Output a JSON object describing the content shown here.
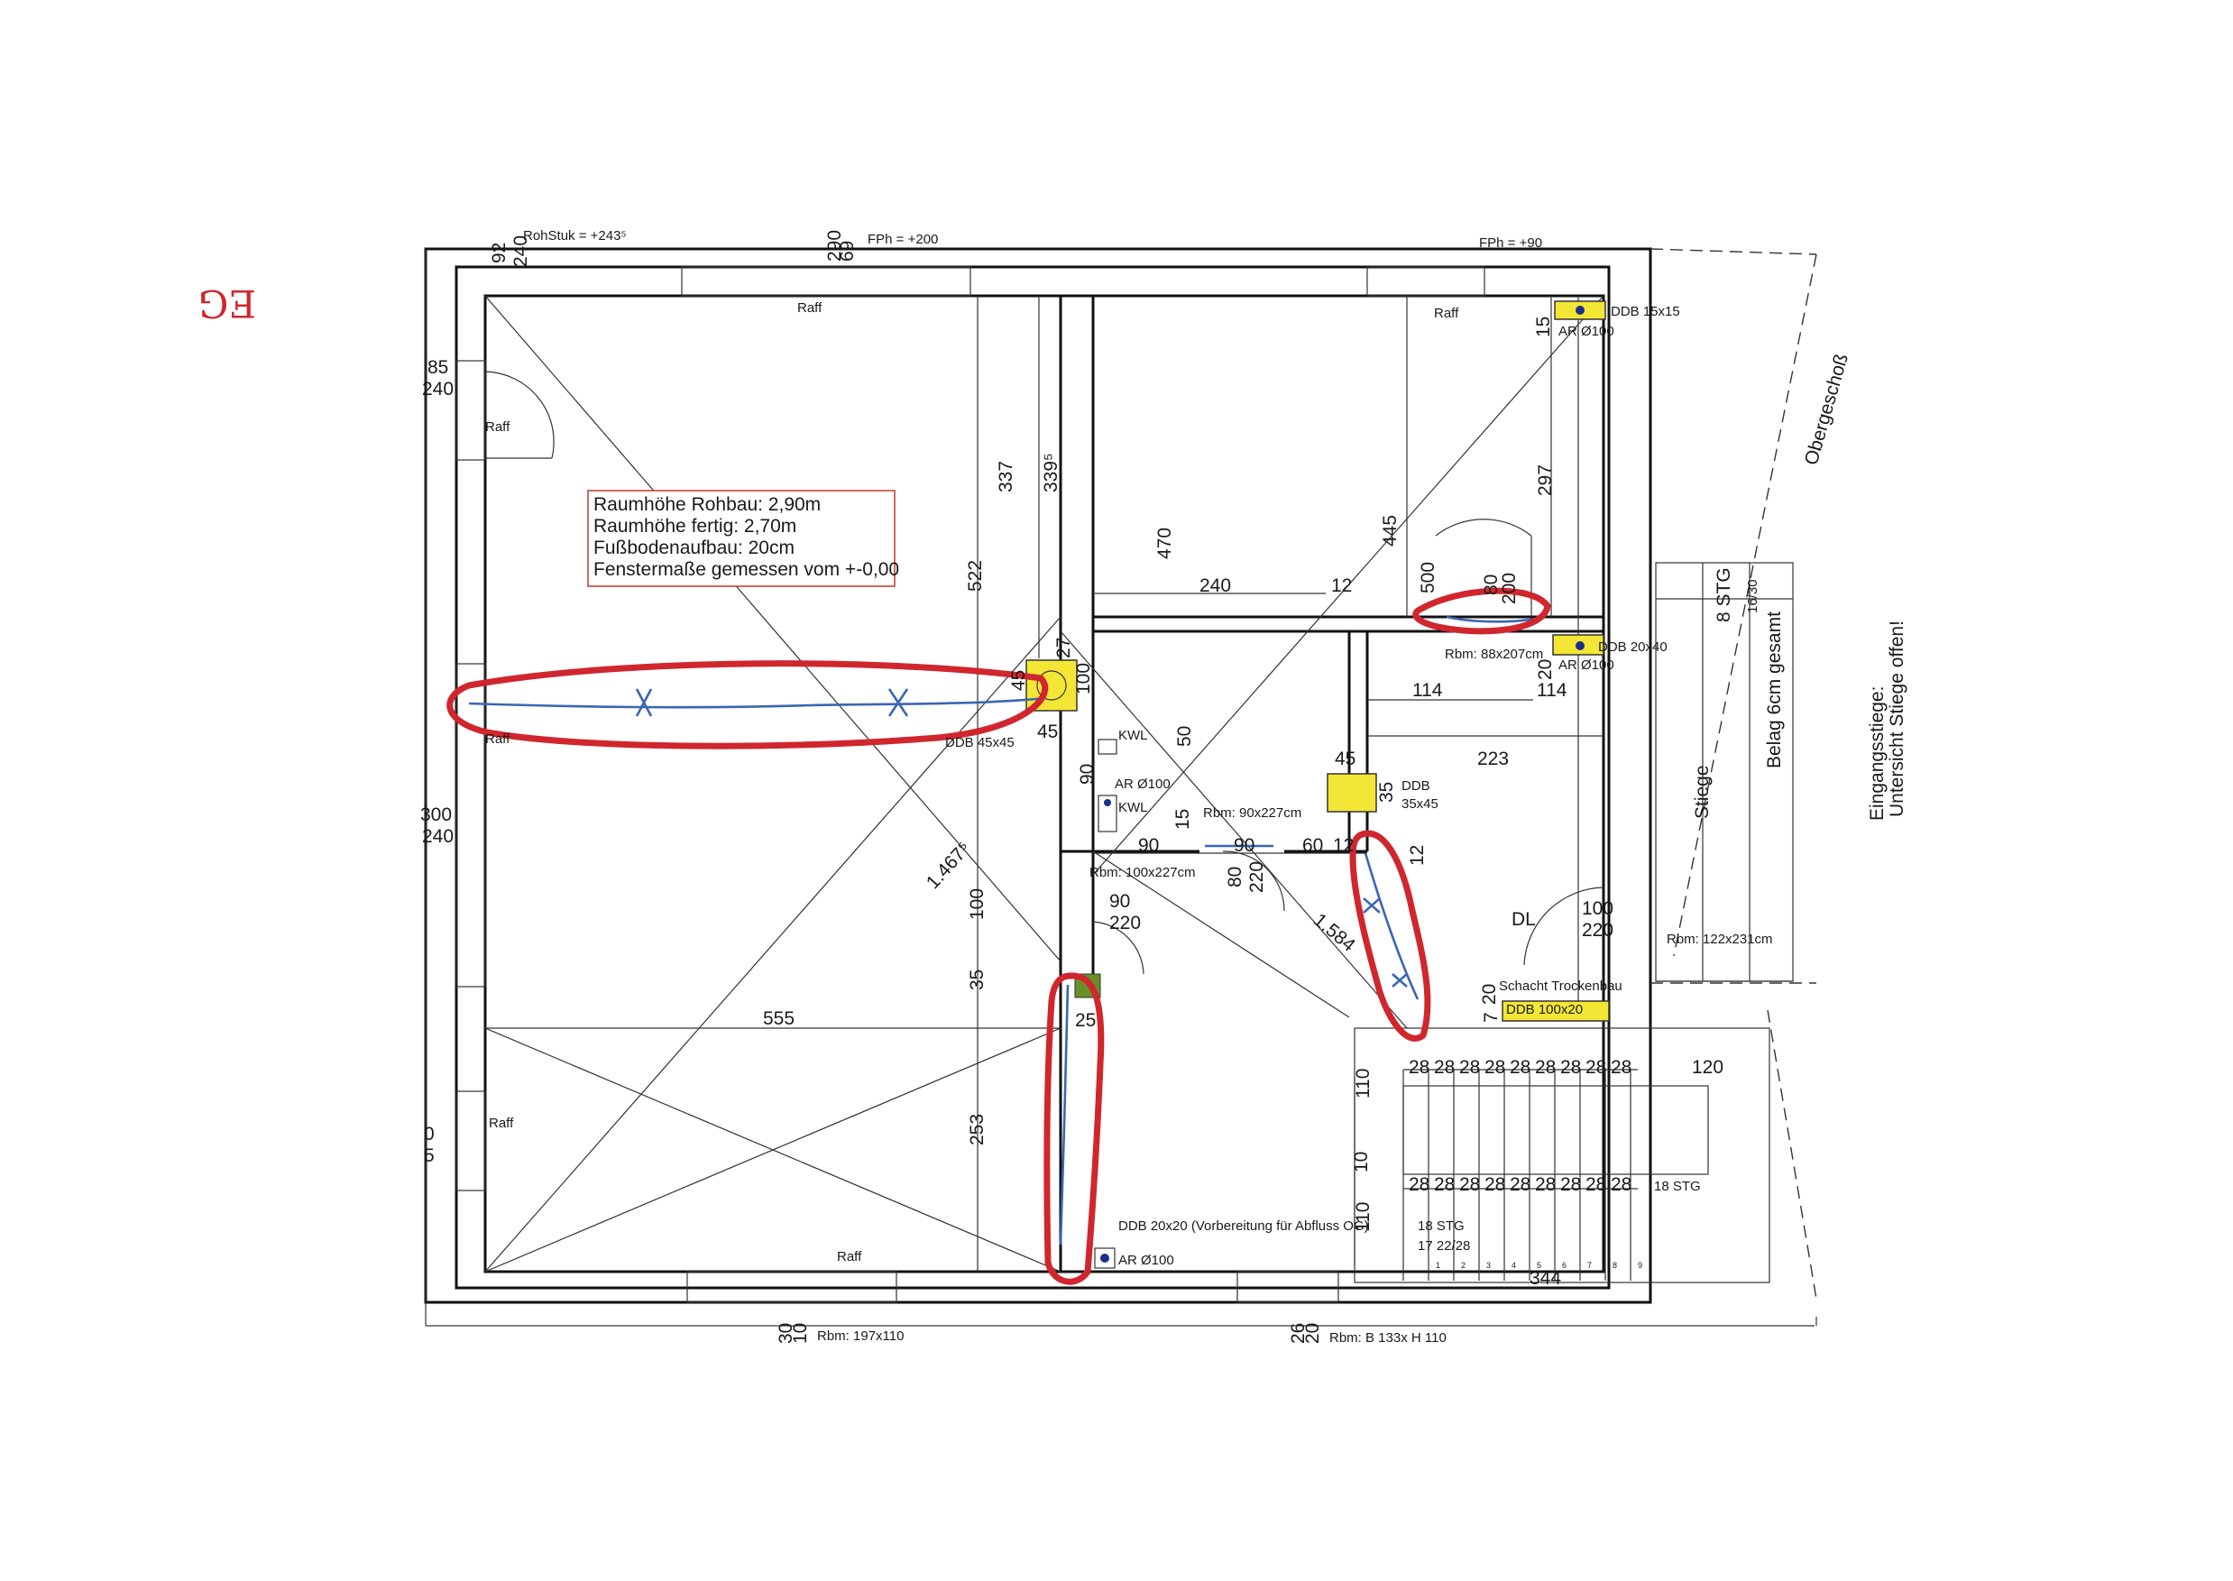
{
  "handwriting": {
    "floor_mark": "EG",
    "color": "#d0262e"
  },
  "top_labels": {
    "rohstuk": "RohStuk = +243⁵",
    "fph_left": "FPh = +200",
    "fph_right": "FPh = +90",
    "n92": "92",
    "n240": "240",
    "n290": "290",
    "n69": "69"
  },
  "bottom_labels": {
    "rbm_left": "Rbm: 197x110",
    "rbm_right": "Rbm: B 133x H 110",
    "n30": "30",
    "n10": "10",
    "n26": "26",
    "n20": "20"
  },
  "left_margin": {
    "n85": "85",
    "n240a": "240",
    "n300": "300",
    "n240b": "240",
    "n0": "0",
    "n5": "5"
  },
  "info_box": {
    "border_color": "#c0392b",
    "lines": [
      "Raumhöhe Rohbau: 2,90m",
      "Raumhöhe fertig: 2,70m",
      "Fußbodenaufbau: 20cm",
      "Fenstermaße gemessen vom +-0,00"
    ]
  },
  "raff": [
    "Raff",
    "Raff",
    "Raff",
    "Raff",
    "Raff",
    "Raff"
  ],
  "ducts": {
    "ddb15": "DDB 15x15",
    "ar1": "AR Ø100",
    "ddb20x40": "DDB 20x40",
    "ar2": "AR Ø100",
    "ddb45": "DDB 45x45",
    "kwl1": "KWL",
    "ar3": "AR Ø100",
    "kwl2": "KWL",
    "ddb35a": "DDB",
    "ddb35b": "35x45",
    "schacht": "Schacht Trockenbau",
    "ddb100": "DDB 100x20",
    "ddb20x20": "DDB 20x20 (Vorbereitung für Abfluss OG)",
    "ar4": "AR Ø100"
  },
  "openings": {
    "rbm88": "Rbm: 88x207cm",
    "rbm90": "Rbm: 90x227cm",
    "rbm100": "Rbm: 100x227cm",
    "rbm122": "Rbm: 122x231cm",
    "dl": "DL"
  },
  "dimensions": {
    "d337": "337",
    "d339": "339⁵",
    "d522": "522",
    "d27": "27",
    "d45a": "45",
    "d100a": "100",
    "d45b": "45",
    "d90a": "90",
    "d470": "470",
    "d240": "240",
    "d12a": "12",
    "d445": "445",
    "d500": "500",
    "d80a": "80",
    "d200": "200",
    "d15a": "15",
    "d297": "297",
    "d50": "50",
    "d15b": "15",
    "d90b": "90",
    "d90c": "90",
    "d60": "60",
    "d12b": "12",
    "d12c": "12",
    "d90d": "90",
    "d220a": "220",
    "d80b": "80",
    "d220b": "220",
    "d114a": "114",
    "d114b": "114",
    "d20a": "20",
    "d45c": "45",
    "d35a": "35",
    "d223": "223",
    "d100b": "100",
    "d220c": "220",
    "d1467": "1.467⁵",
    "d1584": "1.584",
    "d555": "555",
    "d100c": "100",
    "d35b": "35",
    "d25": "25",
    "d253": "253",
    "d7": "7",
    "d20b": "20",
    "d110a": "110",
    "d10": "10",
    "d110b": "110",
    "d120": "120",
    "d344": "344"
  },
  "stairs": {
    "treads_top": [
      "28",
      "28",
      "28",
      "28",
      "28",
      "28",
      "28",
      "28",
      "28"
    ],
    "treads_bottom": [
      "28",
      "28",
      "28",
      "28",
      "28",
      "28",
      "28",
      "28",
      "28"
    ],
    "step_numbers": [
      "1",
      "2",
      "3",
      "4",
      "5",
      "6",
      "7",
      "8",
      "9"
    ],
    "stg18": "18 STG",
    "stg18b": "18 STG",
    "ratio": "17 22/28",
    "upper_title": "Obergeschoß",
    "stg8": "8 STG",
    "ratio2": "16/30",
    "stiege1": "Stiege",
    "stiege2": "Belag 6cm gesamt",
    "eingang1": "Eingangsstiege:",
    "eingang2": "Untersicht Stiege offen!"
  }
}
